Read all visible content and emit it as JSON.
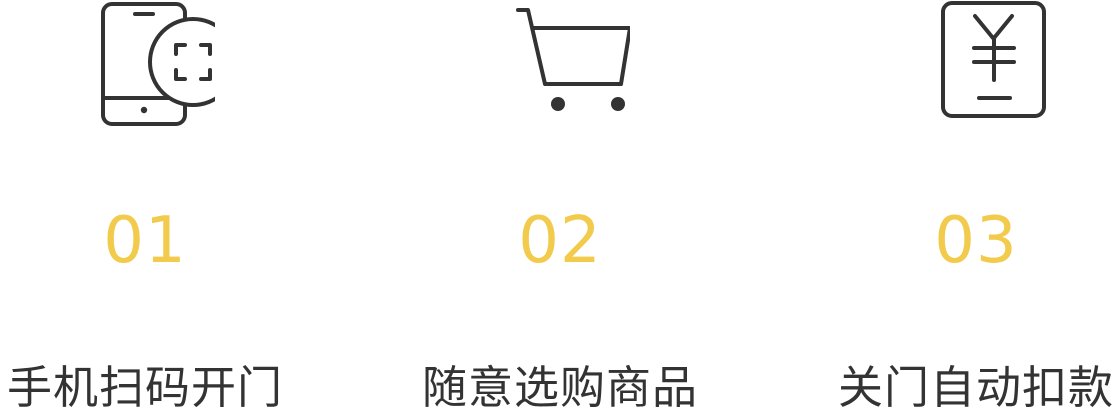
{
  "colors": {
    "accent": "#F2CB4C",
    "icon": "#333333",
    "text": "#333333"
  },
  "steps": [
    {
      "number": "01",
      "label": "手机扫码开门",
      "icon": "phone-scan-icon"
    },
    {
      "number": "02",
      "label": "随意选购商品",
      "icon": "shopping-cart-icon"
    },
    {
      "number": "03",
      "label": "关门自动扣款",
      "icon": "yen-payment-icon"
    }
  ]
}
